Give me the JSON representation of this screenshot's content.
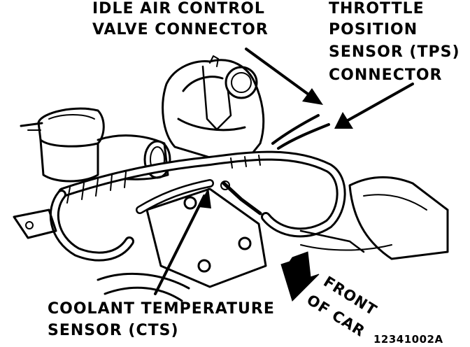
{
  "labels": {
    "idle_air_control": [
      "IDLE AIR CONTROL",
      "VALVE CONNECTOR"
    ],
    "throttle_position_sensor": [
      "THROTTLE",
      "POSITION",
      "SENSOR (TPS)",
      "CONNECTOR"
    ],
    "coolant_temperature_sensor": [
      "COOLANT TEMPERATURE",
      "SENSOR (CTS)"
    ],
    "front_of_car": [
      "FRONT",
      "OF CAR"
    ],
    "figure_code": "12341002A"
  },
  "colors": {
    "ink": "#000000",
    "paper": "#ffffff"
  }
}
